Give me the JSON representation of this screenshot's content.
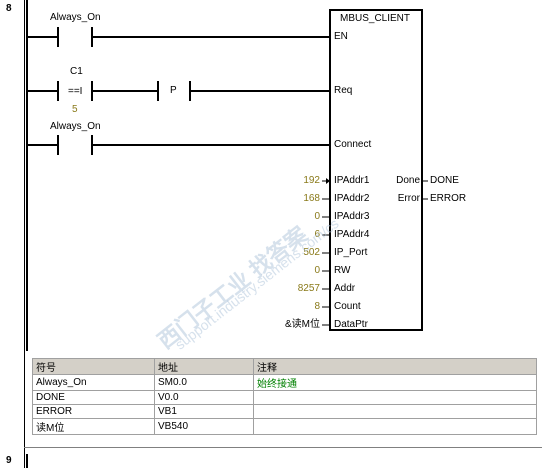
{
  "network": {
    "number": "8",
    "next_number": "9"
  },
  "rung": {
    "contact1": {
      "label": "Always_On"
    },
    "compare": {
      "operand1": "C1",
      "operator": "==I",
      "operand2": "5"
    },
    "pulse": {
      "label": "P"
    },
    "contact2": {
      "label": "Always_On"
    }
  },
  "block": {
    "title": "MBUS_CLIENT",
    "inputs": [
      {
        "pin": "EN",
        "value": ""
      },
      {
        "pin": "Req",
        "value": ""
      },
      {
        "pin": "Connect",
        "value": ""
      },
      {
        "pin": "IPAddr1",
        "value": "192"
      },
      {
        "pin": "IPAddr2",
        "value": "168"
      },
      {
        "pin": "IPAddr3",
        "value": "0"
      },
      {
        "pin": "IPAddr4",
        "value": "6"
      },
      {
        "pin": "IP_Port",
        "value": "502"
      },
      {
        "pin": "RW",
        "value": "0"
      },
      {
        "pin": "Addr",
        "value": "8257"
      },
      {
        "pin": "Count",
        "value": "8"
      },
      {
        "pin": "DataPtr",
        "value": "&读M位"
      }
    ],
    "outputs": [
      {
        "pin": "Done",
        "value": "DONE"
      },
      {
        "pin": "Error",
        "value": "ERROR"
      }
    ]
  },
  "symbol_table": {
    "headers": [
      "符号",
      "地址",
      "注释"
    ],
    "rows": [
      [
        "Always_On",
        "SM0.0",
        "始终接通"
      ],
      [
        "DONE",
        "V0.0",
        ""
      ],
      [
        "ERROR",
        "VB1",
        ""
      ],
      [
        "读M位",
        "VB540",
        ""
      ]
    ]
  },
  "watermark": {
    "line1": "西门子工业 找答案",
    "line2": "support.industry.siemens.com/cs"
  },
  "colors": {
    "value_text": "#8a7a1a",
    "comment_text": "#008000",
    "header_bg": "#d4d0c8"
  }
}
